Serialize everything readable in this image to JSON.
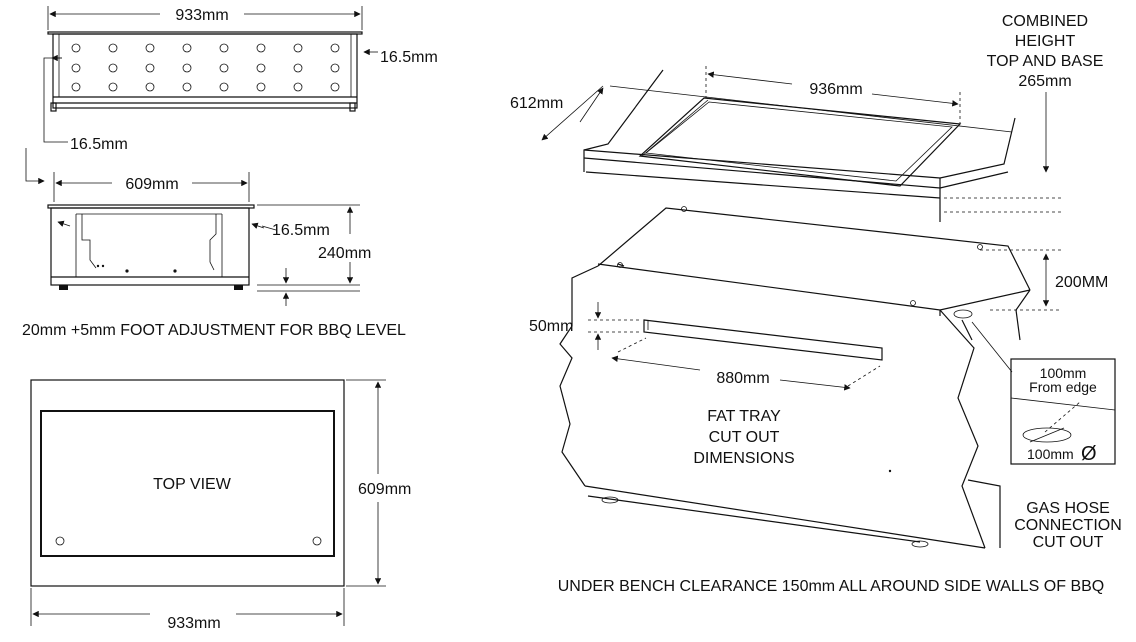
{
  "front_view": {
    "width_label": "933mm",
    "side_offset_label": "16.5mm",
    "left_offset_label": "16.5mm"
  },
  "side_view": {
    "width_label": "609mm",
    "side_offset_label": "16.5mm",
    "height_label": "240mm",
    "foot_note": "20mm +5mm FOOT ADJUSTMENT FOR BBQ LEVEL"
  },
  "top_view": {
    "title": "TOP VIEW",
    "depth_label": "609mm",
    "width_label": "933mm"
  },
  "iso_view": {
    "depth_label": "612mm",
    "width_label": "936mm",
    "combined_height_lines": [
      "COMBINED",
      "HEIGHT",
      "TOP AND BASE",
      "265mm"
    ],
    "base_height_label": "200MM",
    "tray_height_label": "50mm",
    "tray_width_label": "880mm",
    "fat_tray_lines": [
      "FAT TRAY",
      "CUT OUT",
      "DIMENSIONS"
    ],
    "gas_detail_lines": [
      "100mm",
      "From edge"
    ],
    "gas_diameter_label": "100mm",
    "diameter_symbol": "Ø",
    "gas_hose_lines": [
      "GAS HOSE",
      "CONNECTION",
      "CUT OUT"
    ],
    "clearance_note": "UNDER BENCH CLEARANCE 150mm ALL AROUND SIDE WALLS OF BBQ"
  }
}
